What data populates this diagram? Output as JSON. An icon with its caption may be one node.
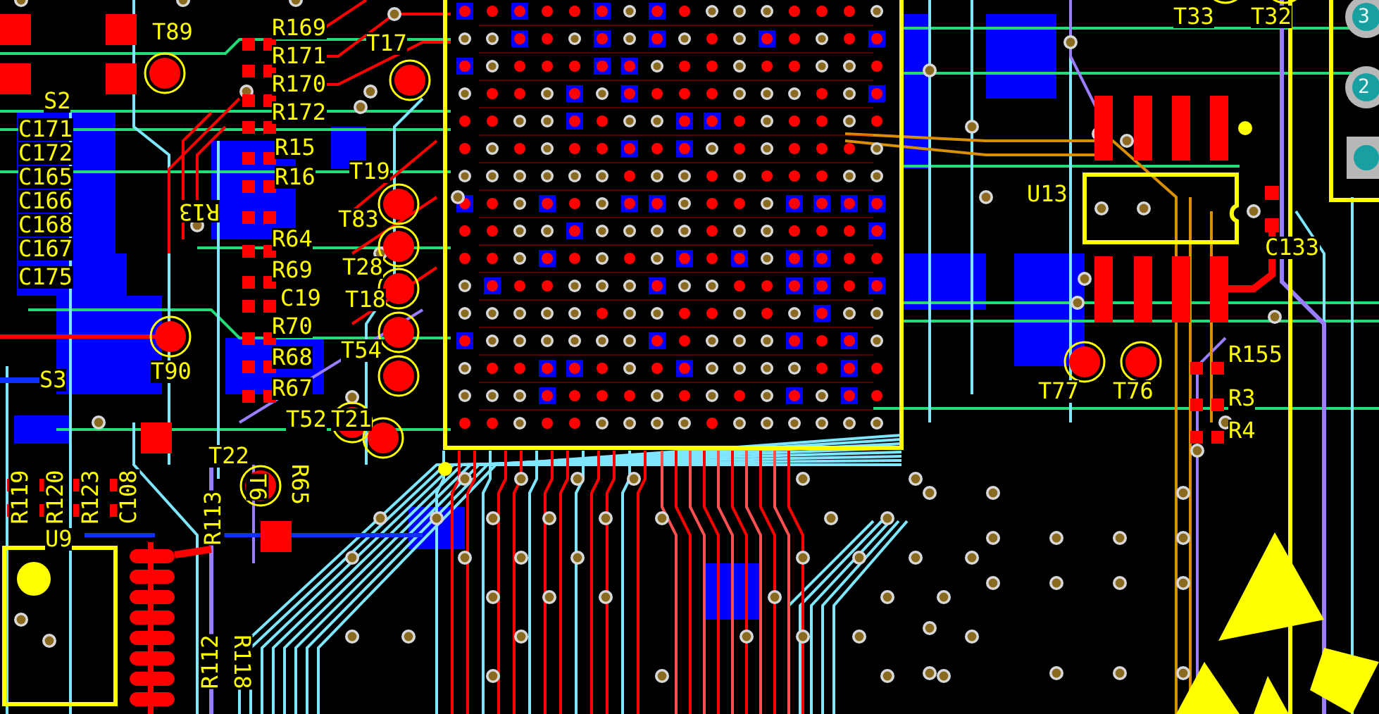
{
  "diagram": {
    "labels": [
      "T33",
      "T32",
      "3",
      "R169",
      "T89",
      "R171",
      "T17",
      "R170",
      "2",
      "S2",
      "R172",
      "C171",
      "R15",
      "C172",
      "T19",
      "R16",
      "C165",
      "U13",
      "C166",
      "R13",
      "T83",
      "C168",
      "R64",
      "C133",
      "C167",
      "T28",
      "R69",
      "C175",
      "C19",
      "T18",
      "R70",
      "T54",
      "R155",
      "R68",
      "T90",
      "S3",
      "R67",
      "T77",
      "T76",
      "R3",
      "T52",
      "T21",
      "R4",
      "T22",
      "R65",
      "T6",
      "R119",
      "R120",
      "R123",
      "C108",
      "R113",
      "U9",
      "R112",
      "R118"
    ]
  }
}
